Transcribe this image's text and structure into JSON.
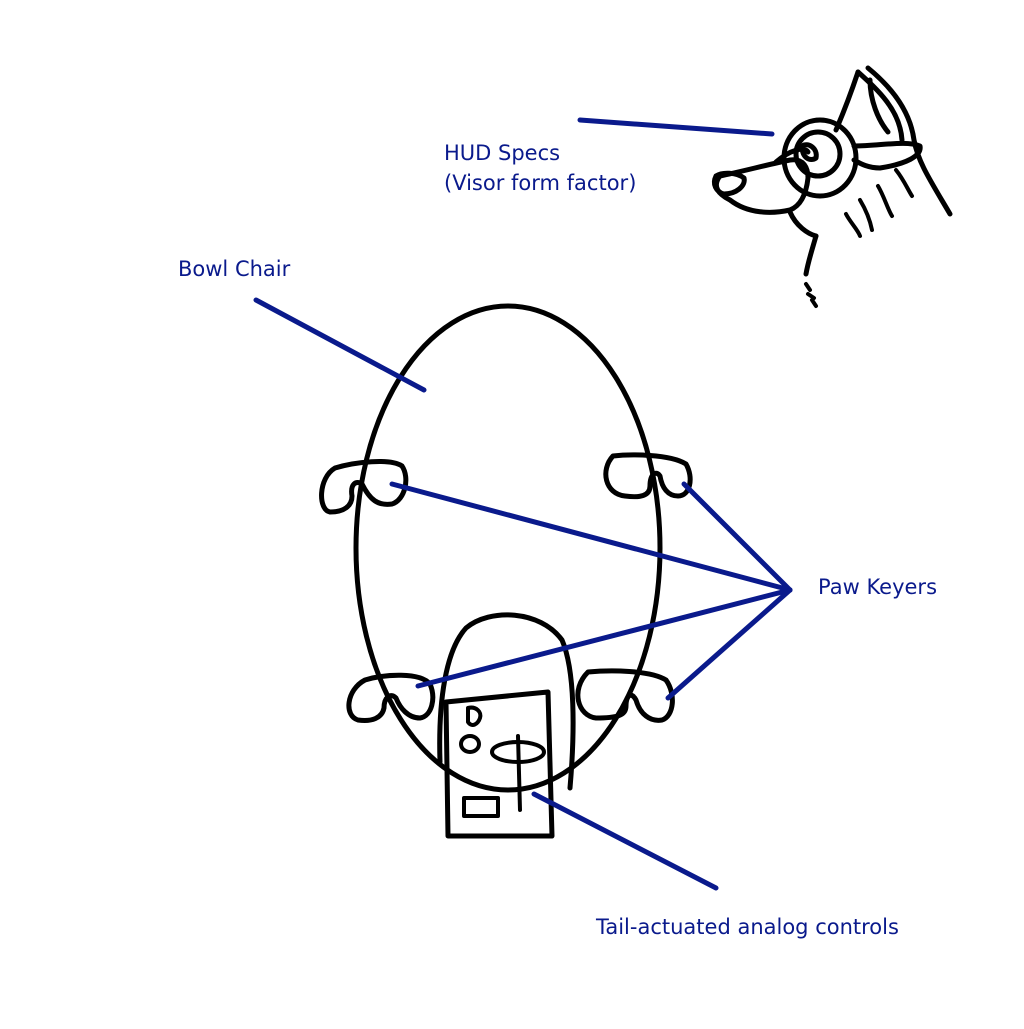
{
  "colors": {
    "annotation": "#0a1a8c",
    "ink": "#000000",
    "background": "#ffffff"
  },
  "labels": {
    "hud_specs_line1": "HUD Specs",
    "hud_specs_line2": "(Visor form factor)",
    "bowl_chair": "Bowl Chair",
    "paw_keyers": "Paw Keyers",
    "tail_controls": "Tail-actuated analog controls"
  },
  "icons": [
    "wolf-head-with-visor-icon",
    "bowl-chair-icon",
    "paw-keyer-icon",
    "tail-control-panel-icon"
  ]
}
